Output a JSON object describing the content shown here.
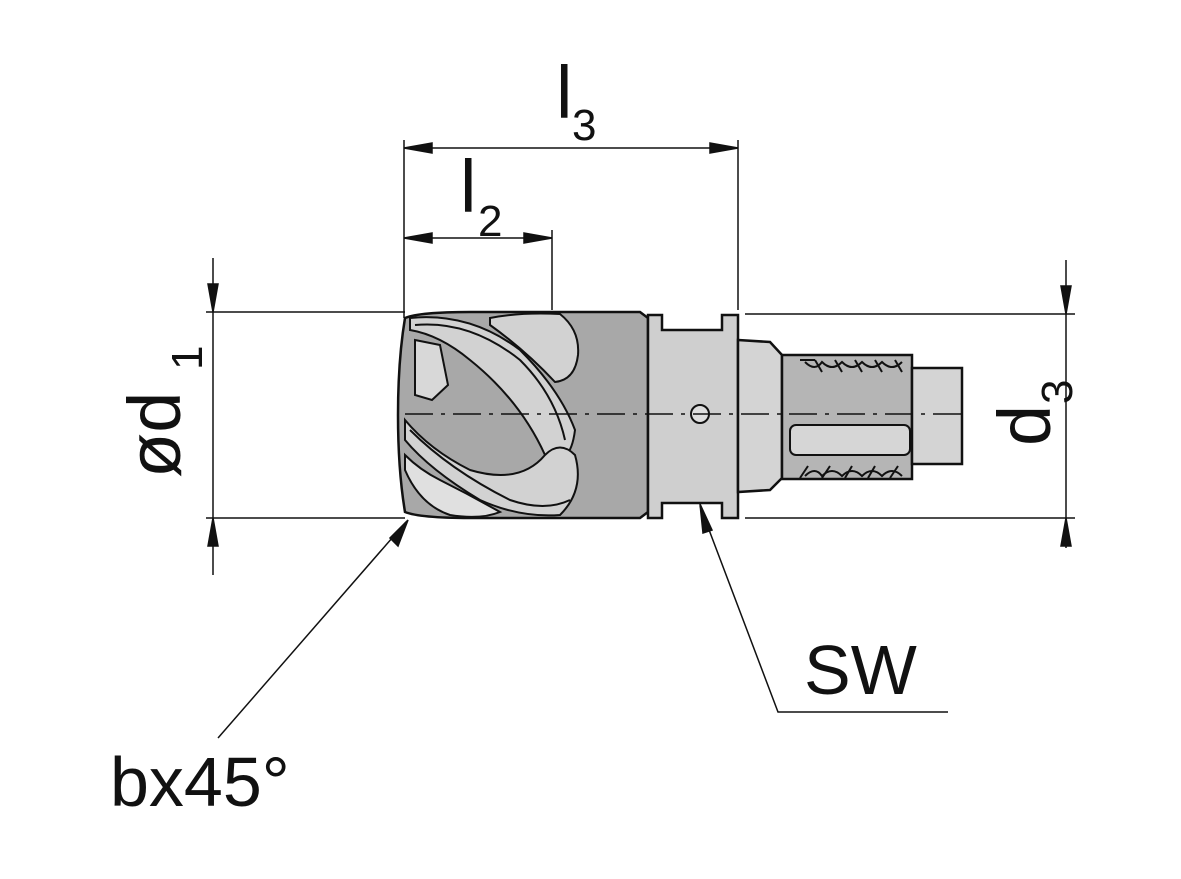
{
  "labels": {
    "l3": {
      "main": "l",
      "sub": "3"
    },
    "l2": {
      "main": "l",
      "sub": "2"
    },
    "d1": {
      "main": "ød",
      "sub": "1"
    },
    "d3": {
      "main": "d",
      "sub": "3"
    },
    "sw": "SW",
    "chamfer": "bx45°"
  },
  "colors": {
    "line": "#111111",
    "head_body": "#a8a8a8",
    "flute_light": "#c8c8c8",
    "neck": "#cfcfcf",
    "thread": "#8a8a8a",
    "background": "#ffffff"
  }
}
